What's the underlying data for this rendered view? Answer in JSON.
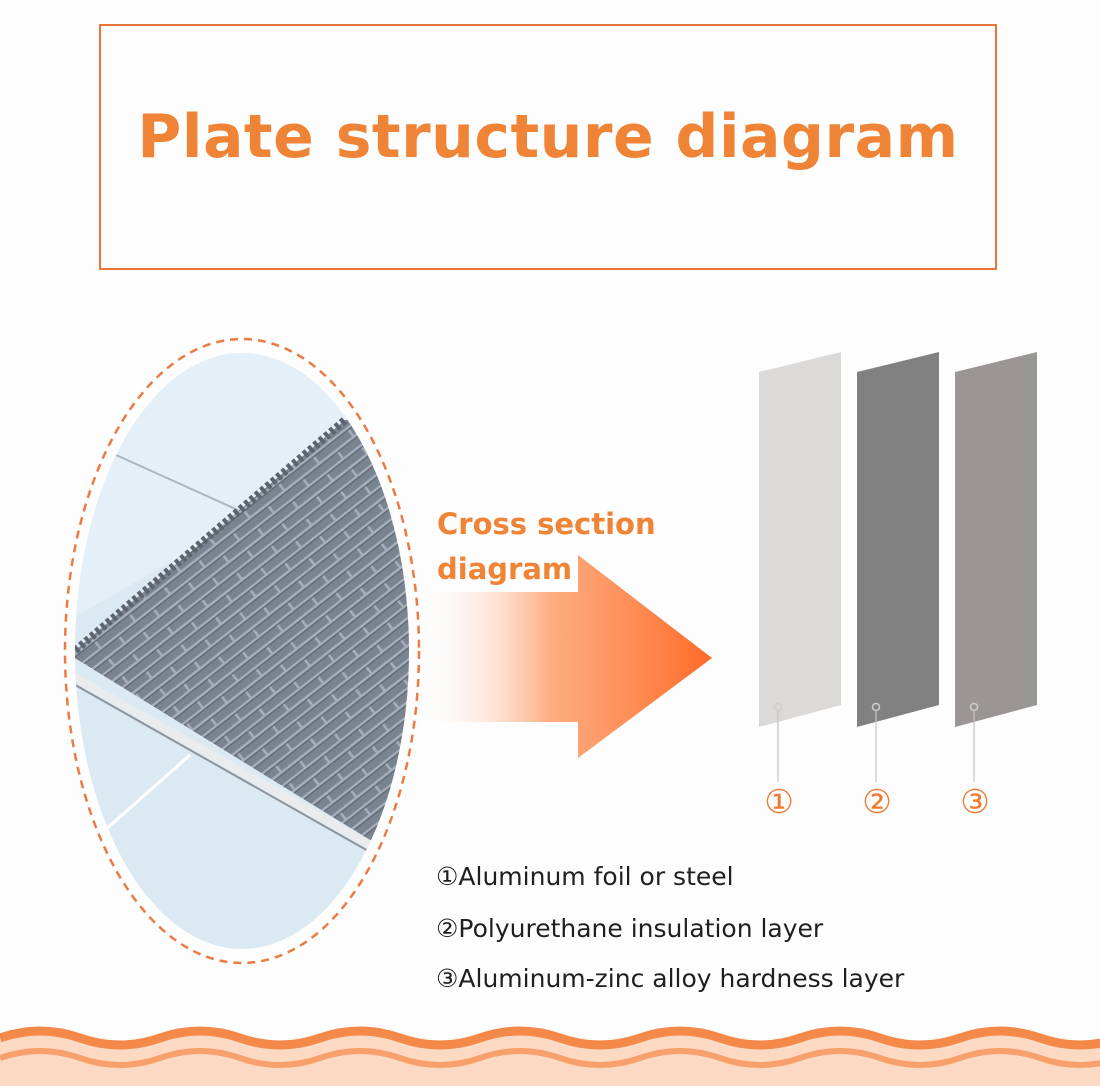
{
  "title": "Plate structure diagram",
  "cross_section_label": [
    "Cross section",
    "diagram"
  ],
  "layers": [
    {
      "number": "①",
      "color": "#dcd9d9"
    },
    {
      "number": "②",
      "color": "#818181"
    },
    {
      "number": "③",
      "color": "#9b9696"
    }
  ],
  "legend": [
    "①Aluminum foil or steel",
    "②Polyurethane insulation layer",
    "③Aluminum-zinc alloy hardness layer"
  ],
  "colors": {
    "accent": "#ef8336",
    "arrow": "#ff6e2e",
    "panel": "#7a8390"
  }
}
